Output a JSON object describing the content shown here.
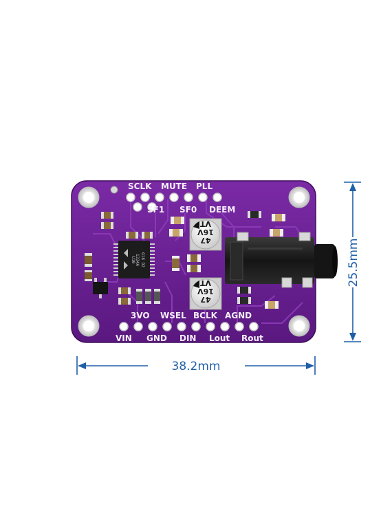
{
  "board": {
    "top_labels_row1": [
      "SCLK",
      "MUTE",
      "PLL"
    ],
    "top_labels_row2": [
      "SF1",
      "SF0",
      "DEEM"
    ],
    "bottom_labels_row1": [
      "3VO",
      "WSEL",
      "BCLK",
      "AGND"
    ],
    "bottom_labels_row2": [
      "VIN",
      "GND",
      "DIN",
      "Lout",
      "Rout"
    ],
    "capacitors": [
      {
        "value": "47",
        "voltage": "16V",
        "code": "VT"
      },
      {
        "value": "47",
        "voltage": "16V",
        "code": "VT"
      }
    ],
    "chip_marking": [
      "1334A",
      "U10",
      "G18 D2"
    ]
  },
  "dimensions": {
    "width_label": "38.2mm",
    "height_label": "25.5mm"
  },
  "colors": {
    "pcb": "#6a1e92",
    "pcb_dark": "#4d136e",
    "dimension": "#1f5fa8",
    "jack": "#1b1b1b"
  }
}
